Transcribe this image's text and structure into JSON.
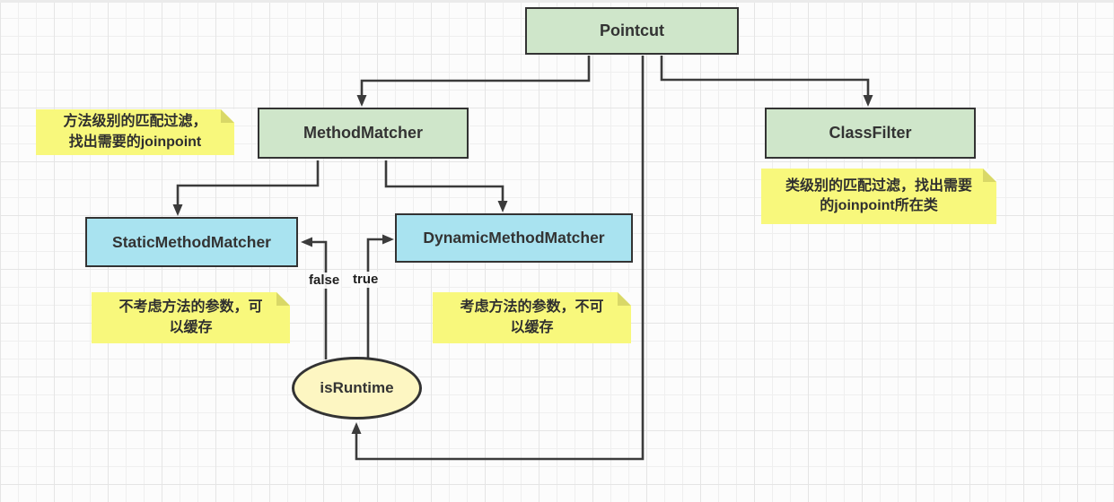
{
  "diagram": {
    "nodes": {
      "pointcut": {
        "label": "Pointcut",
        "fill": "#cfe6ca"
      },
      "method_matcher": {
        "label": "MethodMatcher",
        "fill": "#cfe6ca"
      },
      "class_filter": {
        "label": "ClassFilter",
        "fill": "#cfe6ca"
      },
      "static_method_matcher": {
        "label": "StaticMethodMatcher",
        "fill": "#a9e3f0"
      },
      "dynamic_method_matcher": {
        "label": "DynamicMethodMatcher",
        "fill": "#a9e3f0"
      },
      "is_runtime": {
        "label": "isRuntime",
        "fill": "#fdf6c2"
      }
    },
    "notes": {
      "method_matcher_note": {
        "text": "方法级别的匹配过滤，\n找出需要的joinpoint"
      },
      "class_filter_note": {
        "text": "类级别的匹配过滤，找出需要\n的joinpoint所在类"
      },
      "static_note": {
        "text": "不考虑方法的参数，可\n以缓存"
      },
      "dynamic_note": {
        "text": "考虑方法的参数，不可\n以缓存"
      }
    },
    "edge_labels": {
      "false_label": "false",
      "true_label": "true"
    },
    "edges": [
      {
        "from": "Pointcut",
        "to": "MethodMatcher"
      },
      {
        "from": "Pointcut",
        "to": "ClassFilter"
      },
      {
        "from": "Pointcut",
        "to": "isRuntime"
      },
      {
        "from": "MethodMatcher",
        "to": "StaticMethodMatcher"
      },
      {
        "from": "MethodMatcher",
        "to": "DynamicMethodMatcher"
      },
      {
        "from": "isRuntime",
        "to": "StaticMethodMatcher",
        "label": "false"
      },
      {
        "from": "isRuntime",
        "to": "DynamicMethodMatcher",
        "label": "true"
      }
    ],
    "colors": {
      "node_green": "#cfe6ca",
      "node_blue": "#a9e3f0",
      "ellipse_yellow": "#fdf6c2",
      "note_yellow": "#f8f87c",
      "line": "#3b3b3b",
      "text": "#333333"
    }
  }
}
